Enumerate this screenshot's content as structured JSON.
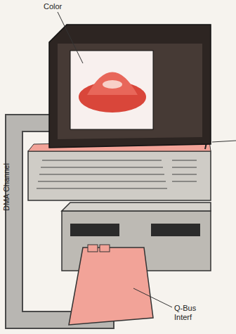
{
  "diagram": {
    "labels": [
      "Color",
      "DMA Channel",
      "Q-Bus Interf"
    ]
  }
}
